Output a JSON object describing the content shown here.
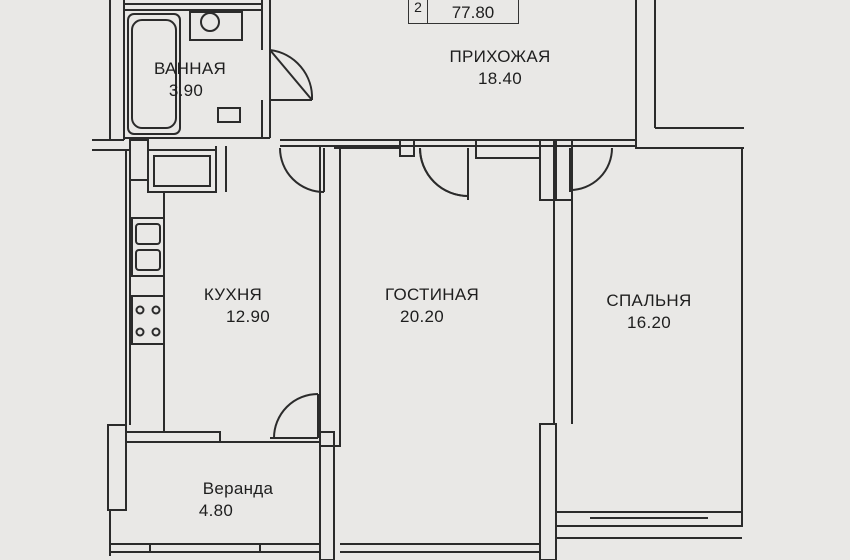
{
  "unit": {
    "number": "2",
    "total_area": "77.80"
  },
  "rooms": [
    {
      "id": "bathroom",
      "name": "ВАННАЯ",
      "area": "3.90"
    },
    {
      "id": "hallway",
      "name": "ПРИХОЖАЯ",
      "area": "18.40"
    },
    {
      "id": "kitchen",
      "name": "КУХНЯ",
      "area": "12.90"
    },
    {
      "id": "living-room",
      "name": "ГОСТИНАЯ",
      "area": "20.20"
    },
    {
      "id": "bedroom",
      "name": "СПАЛЬНЯ",
      "area": "16.20"
    },
    {
      "id": "veranda",
      "name": "Веранда",
      "area": "4.80"
    }
  ]
}
